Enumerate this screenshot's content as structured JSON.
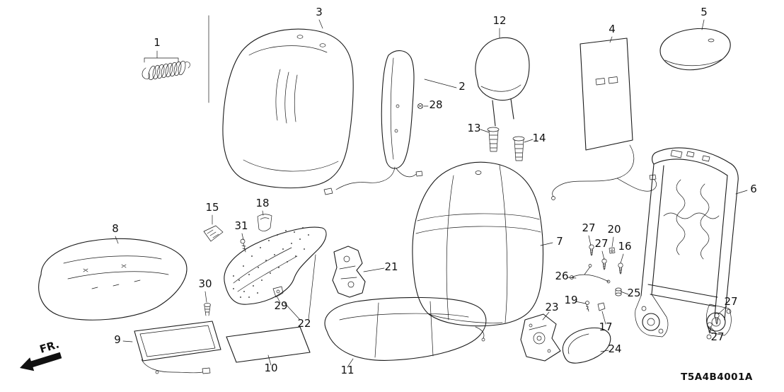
{
  "colors": {
    "line": "#1a1a1a",
    "background": "#ffffff"
  },
  "diagram": {
    "code": "T5A4B4001A",
    "fr_label": "FR.",
    "callouts": [
      {
        "num": "1"
      },
      {
        "num": "3"
      },
      {
        "num": "2"
      },
      {
        "num": "28"
      },
      {
        "num": "12"
      },
      {
        "num": "13"
      },
      {
        "num": "14"
      },
      {
        "num": "4"
      },
      {
        "num": "5"
      },
      {
        "num": "6"
      },
      {
        "num": "7"
      },
      {
        "num": "8"
      },
      {
        "num": "15"
      },
      {
        "num": "31"
      },
      {
        "num": "18"
      },
      {
        "num": "21"
      },
      {
        "num": "22"
      },
      {
        "num": "29"
      },
      {
        "num": "30"
      },
      {
        "num": "9"
      },
      {
        "num": "10"
      },
      {
        "num": "11"
      },
      {
        "num": "23"
      },
      {
        "num": "24"
      },
      {
        "num": "27"
      },
      {
        "num": "27"
      },
      {
        "num": "20"
      },
      {
        "num": "16"
      },
      {
        "num": "26"
      },
      {
        "num": "25"
      },
      {
        "num": "19"
      },
      {
        "num": "17"
      },
      {
        "num": "27"
      },
      {
        "num": "27"
      }
    ]
  }
}
